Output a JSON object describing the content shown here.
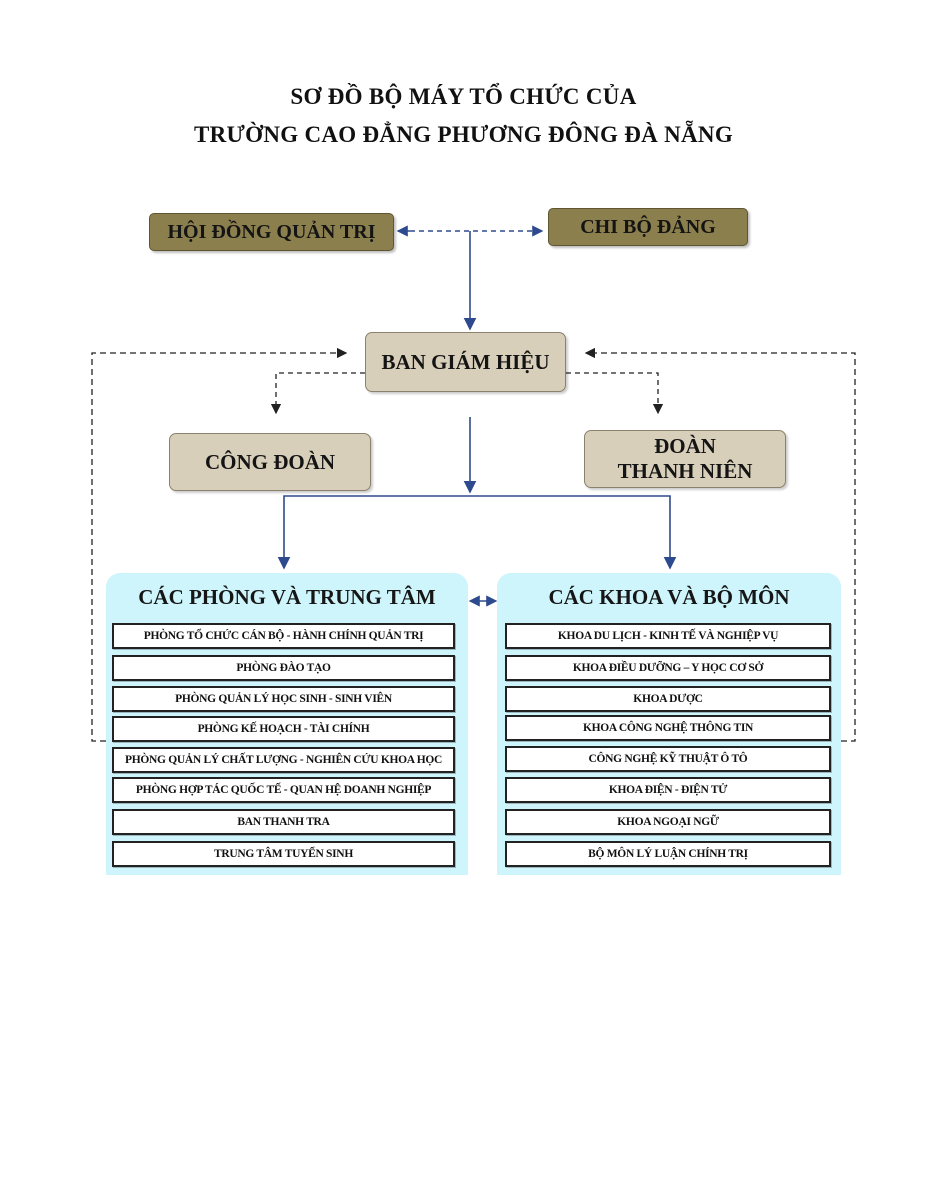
{
  "title": {
    "line1": "SƠ ĐỒ BỘ MÁY TỔ CHỨC CỦA",
    "line2": "TRƯỜNG CAO ĐẲNG PHƯƠNG ĐÔNG ĐÀ NẴNG"
  },
  "nodes": {
    "hoi_dong": "HỘI ĐỒNG QUẢN TRỊ",
    "chi_bo": "CHI BỘ ĐẢNG",
    "ban_giam_hieu": "BAN GIÁM HIỆU",
    "cong_doan": "CÔNG ĐOÀN",
    "doan_thanh_nien": [
      "ĐOÀN",
      "THANH NIÊN"
    ]
  },
  "left_group": {
    "title": "CÁC PHÒNG VÀ TRUNG TÂM",
    "items": [
      "PHÒNG TỔ CHỨC CÁN BỘ - HÀNH CHÍNH QUẢN TRỊ",
      "PHÒNG ĐÀO TẠO",
      "PHÒNG QUẢN LÝ HỌC SINH - SINH VIÊN",
      "PHÒNG KẾ HOẠCH - TÀI CHÍNH",
      "PHÒNG QUẢN LÝ CHẤT LƯỢNG - NGHIÊN CỨU KHOA HỌC",
      "PHÒNG HỢP TÁC QUỐC TẾ - QUAN HỆ DOANH NGHIỆP",
      "BAN THANH TRA",
      "TRUNG TÂM TUYỂN SINH"
    ]
  },
  "right_group": {
    "title": "CÁC KHOA VÀ BỘ MÔN",
    "items": [
      "KHOA DU LỊCH - KINH TẾ VÀ NGHIỆP VỤ",
      "KHOA ĐIỀU DƯỠNG – Y HỌC CƠ SỞ",
      "KHOA DƯỢC",
      "KHOA CÔNG NGHỆ THÔNG TIN",
      "CÔNG NGHỆ KỸ THUẬT Ô TÔ",
      "KHOA ĐIỆN - ĐIỆN TỬ",
      "KHOA NGOẠI NGỮ",
      "BỘ MÔN LÝ LUẬN CHÍNH TRỊ"
    ]
  },
  "colors": {
    "olive_box": "#8c7f4e",
    "tan_box": "#d8cfba",
    "panel": "#cdf5fb",
    "arrow_blue": "#2e4a8e"
  }
}
